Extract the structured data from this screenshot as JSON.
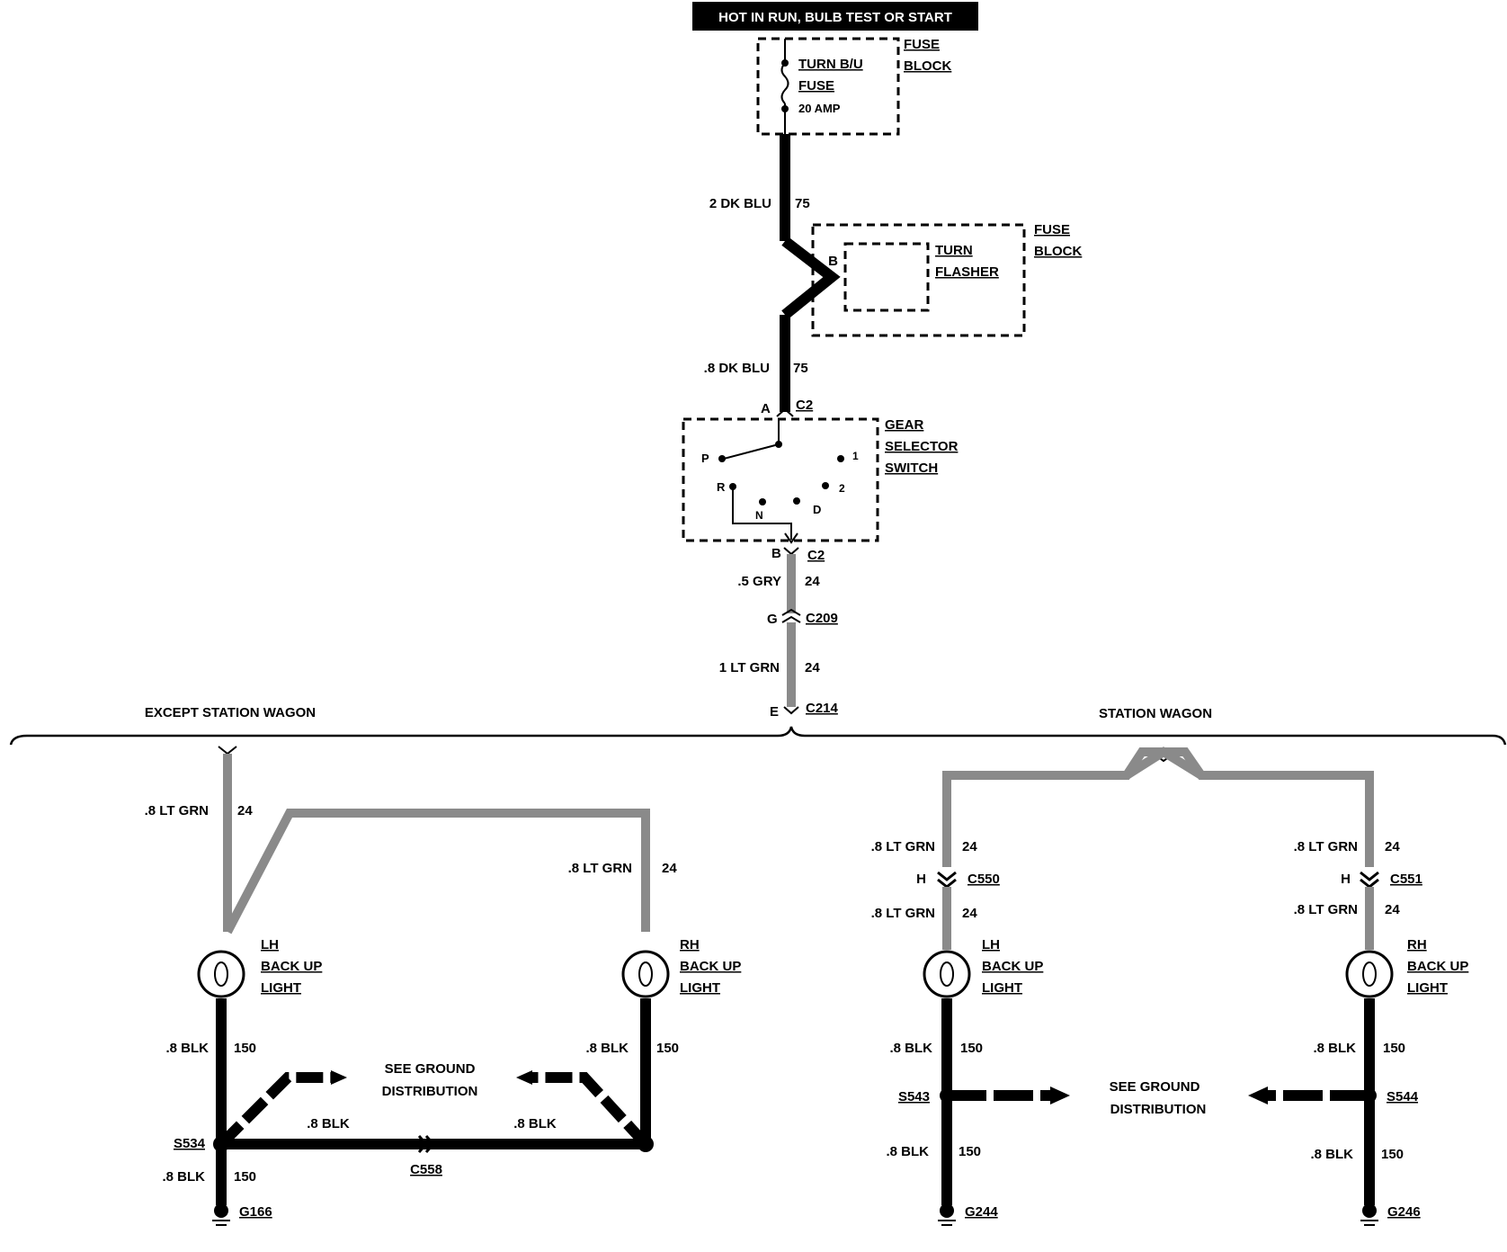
{
  "banner": "HOT IN RUN, BULB TEST OR START",
  "fuse_block_top": {
    "title_1": "FUSE",
    "title_2": "BLOCK",
    "fuse_1": "TURN B/U",
    "fuse_2": "FUSE",
    "rating": "20 AMP"
  },
  "wire_top": {
    "color": "2 DK BLU",
    "circuit": "75"
  },
  "fuse_block_mid": {
    "title_1": "FUSE",
    "title_2": "BLOCK",
    "term": "B",
    "flasher_1": "TURN",
    "flasher_2": "FLASHER"
  },
  "wire_mid": {
    "color": ".8 DK BLU",
    "circuit": "75"
  },
  "switch": {
    "conn_top_pin": "A",
    "conn_top_id": "C2",
    "title_1": "GEAR",
    "title_2": "SELECTOR",
    "title_3": "SWITCH",
    "pos_p": "P",
    "pos_1": "1",
    "pos_r": "R",
    "pos_2": "2",
    "pos_n": "N",
    "pos_d": "D",
    "conn_bot_pin": "B",
    "conn_bot_id": "C2"
  },
  "wire_gry": {
    "color": ".5 GRY",
    "circuit": "24"
  },
  "c209": {
    "pin": "G",
    "id": "C209"
  },
  "wire_ltgrn": {
    "color": "1 LT GRN",
    "circuit": "24"
  },
  "c214": {
    "pin": "E",
    "id": "C214"
  },
  "sections": {
    "left": "EXCEPT STATION WAGON",
    "right": "STATION WAGON"
  },
  "left": {
    "wire_lh": {
      "color": ".8 LT GRN",
      "circuit": "24"
    },
    "wire_rh": {
      "color": ".8 LT GRN",
      "circuit": "24"
    },
    "lh_light": [
      "LH",
      "BACK UP",
      "LIGHT"
    ],
    "rh_light": [
      "RH",
      "BACK UP",
      "LIGHT"
    ],
    "blk_lh": {
      "color": ".8 BLK",
      "circuit": "150"
    },
    "blk_rh": {
      "color": ".8 BLK",
      "circuit": "150"
    },
    "ground_note_1": "SEE GROUND",
    "ground_note_2": "DISTRIBUTION",
    "blk_a": ".8 BLK",
    "blk_b": ".8 BLK",
    "splice": "S534",
    "connector": "C558",
    "blk_gnd": {
      "color": ".8 BLK",
      "circuit": "150"
    },
    "ground": "G166"
  },
  "right": {
    "lh_wire1": {
      "color": ".8 LT GRN",
      "circuit": "24"
    },
    "lh_conn": {
      "pin": "H",
      "id": "C550"
    },
    "lh_wire2": {
      "color": ".8 LT GRN",
      "circuit": "24"
    },
    "rh_wire1": {
      "color": ".8 LT GRN",
      "circuit": "24"
    },
    "rh_conn": {
      "pin": "H",
      "id": "C551"
    },
    "rh_wire2": {
      "color": ".8 LT GRN",
      "circuit": "24"
    },
    "lh_light": [
      "LH",
      "BACK UP",
      "LIGHT"
    ],
    "rh_light": [
      "RH",
      "BACK UP",
      "LIGHT"
    ],
    "lh_blk1": {
      "color": ".8 BLK",
      "circuit": "150"
    },
    "rh_blk1": {
      "color": ".8 BLK",
      "circuit": "150"
    },
    "lh_splice": "S543",
    "rh_splice": "S544",
    "ground_note_1": "SEE GROUND",
    "ground_note_2": "DISTRIBUTION",
    "lh_blk2": {
      "color": ".8 BLK",
      "circuit": "150"
    },
    "rh_blk2": {
      "color": ".8 BLK",
      "circuit": "150"
    },
    "lh_ground": "G244",
    "rh_ground": "G246"
  }
}
